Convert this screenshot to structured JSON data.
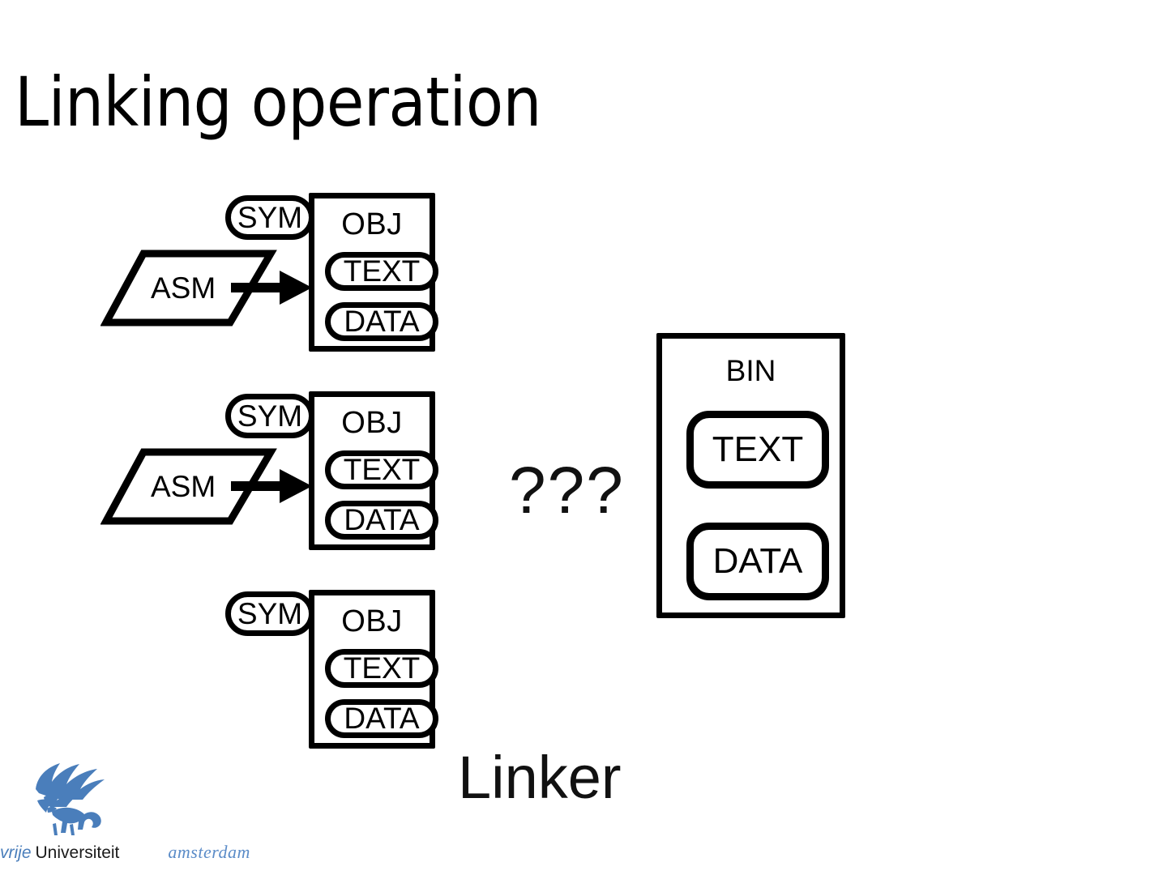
{
  "slide": {
    "title": "Linking operation",
    "background_color": "#ffffff",
    "ink_color": "#000000"
  },
  "diagram": {
    "question_marks": "???",
    "linker_label": "Linker",
    "obj_groups": [
      {
        "id": "group-1",
        "sym_label": "SYM",
        "obj_label": "OBJ",
        "text_label": "TEXT",
        "data_label": "DATA",
        "asm_label": "ASM",
        "has_source": true
      },
      {
        "id": "group-2",
        "sym_label": "SYM",
        "obj_label": "OBJ",
        "text_label": "TEXT",
        "data_label": "DATA",
        "asm_label": "ASM",
        "has_source": true
      },
      {
        "id": "group-3",
        "sym_label": "SYM",
        "obj_label": "OBJ",
        "text_label": "TEXT",
        "data_label": "DATA",
        "asm_label": "",
        "has_source": false
      }
    ],
    "binary": {
      "bin_label": "BIN",
      "text_label": "TEXT",
      "data_label": "DATA"
    }
  },
  "footer": {
    "logo": {
      "icon": "vu-griffin-icon",
      "word_1": "vrije",
      "word_2": "Universiteit",
      "word_3": "amsterdam",
      "blue": "#4A7EBB",
      "blue_light": "#5B8CC8"
    }
  }
}
